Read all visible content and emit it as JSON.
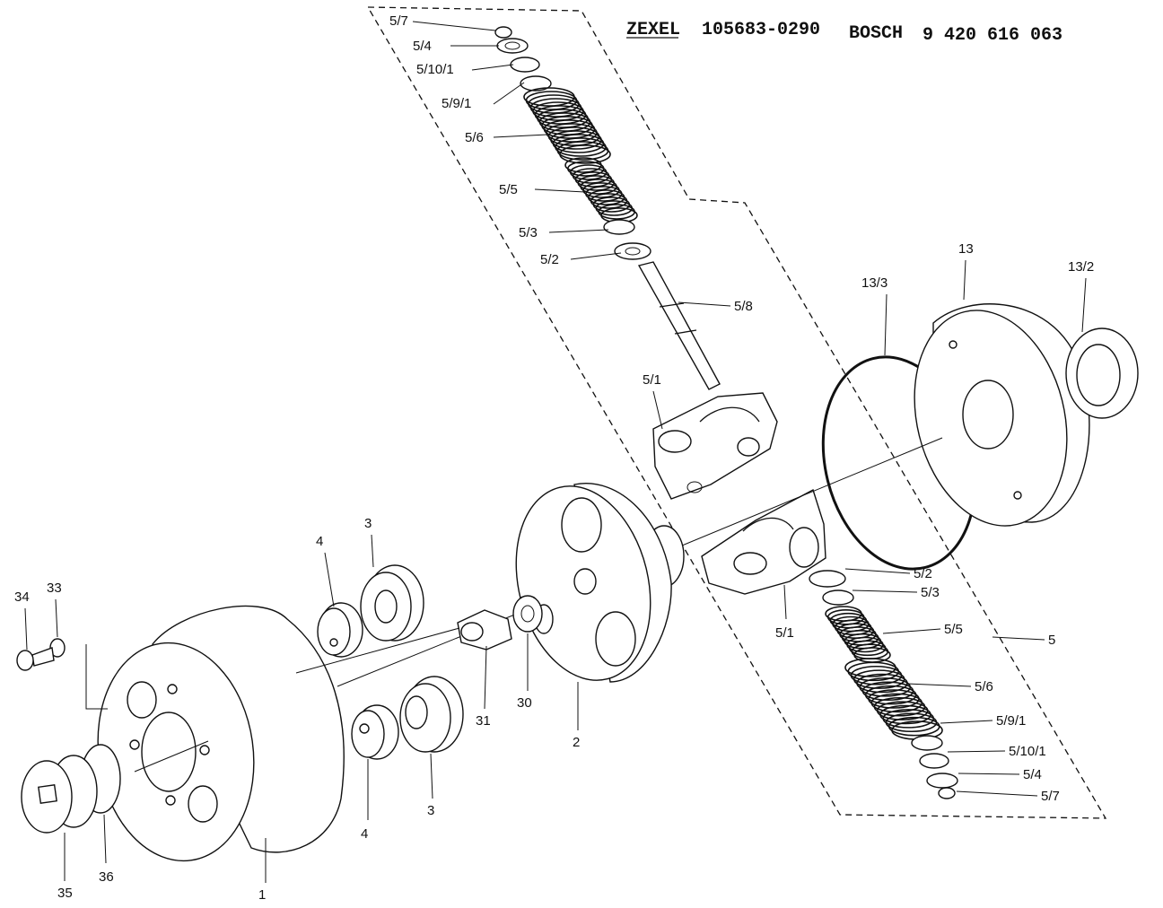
{
  "header": {
    "maker1": "ZEXEL",
    "part1": "105683-0290",
    "maker2": "BOSCH",
    "part2": "9 420 616 063"
  },
  "callouts": [
    "5/7",
    "5/4",
    "5/10/1",
    "5/9/1",
    "5/6",
    "5/5",
    "5/3",
    "5/2",
    "5/8",
    "5/1",
    "13/3",
    "13",
    "13/2",
    "5/2",
    "5/3",
    "5/5",
    "5",
    "5/6",
    "5/9/1",
    "5/10/1",
    "5/4",
    "5/7",
    "5/1",
    "4",
    "3",
    "34",
    "33",
    "31",
    "30",
    "2",
    "4",
    "3",
    "35",
    "36",
    "1"
  ]
}
